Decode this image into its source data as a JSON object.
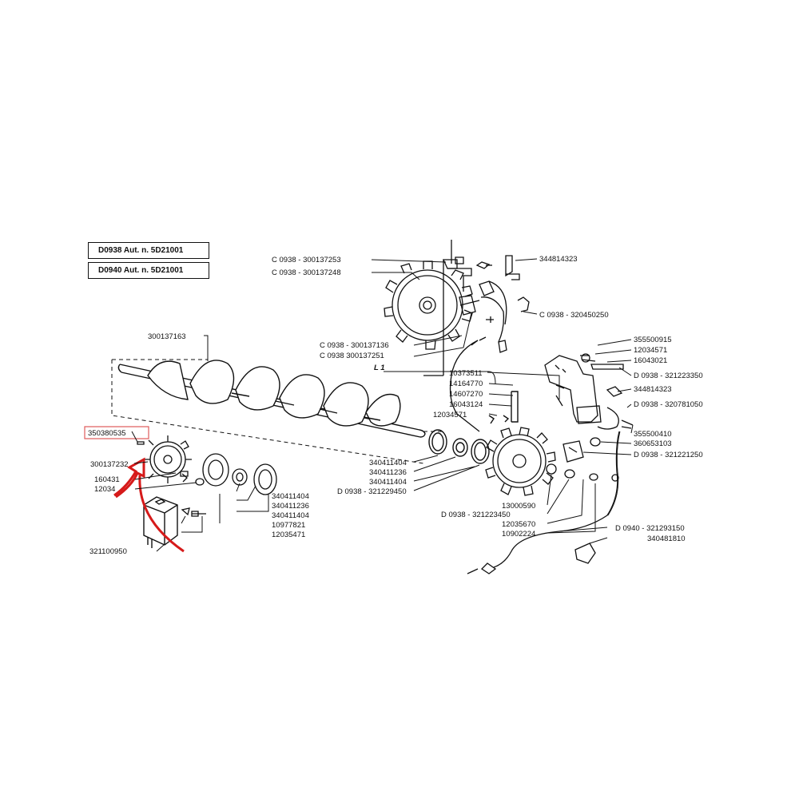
{
  "header": {
    "model_box_1": "D0938 Aut. n. 5D21001",
    "model_box_2": "D0940 Aut. n. 5D21001"
  },
  "labels": {
    "l1": "L 1",
    "p300137253": "C 0938 - 300137253",
    "p300137248": "C 0938 - 300137248",
    "p344814323a": "344814323",
    "p320450250": "C 0938 - 320450250",
    "p300137136": "C 0938 - 300137136",
    "p300137251": "C 0938    300137251",
    "p300137163": "300137163",
    "p355500915": "355500915",
    "p12034571a": "12034571",
    "p16043021": "16043021",
    "p321223350": "D 0938 - 321223350",
    "p344814323b": "344814323",
    "p320781050": "D 0938 - 320781050",
    "p10373511": "10373511",
    "p14164770": "14164770",
    "p14607270": "14607270",
    "p16043124": "16043124",
    "p12034571b": "12034571",
    "p355500410": "355500410",
    "p360653103": "360653103",
    "p321221250": "D 0938 - 321221250",
    "p350380535": "350380535",
    "p300137232": "300137232",
    "p160431x": "160431",
    "p120345x": "12034",
    "p340411404a": "340411404",
    "p340411236a": "340411236",
    "p340411404b": "340411404",
    "p10977821": "10977821",
    "p12035471": "12035471",
    "p340411404c": "340411404",
    "p340411236b": "340411236",
    "p340411404d": "340411404",
    "p321229450": "D 0938 - 321229450",
    "p13000590": "13000590",
    "p321223450": "D 0938 - 321223450",
    "p12035670": "12035670",
    "p10902224": "10902224",
    "p321293150": "D 0940 - 321293150",
    "p340481810": "340481810",
    "p321100950": "321100950"
  },
  "colors": {
    "ink": "#111111",
    "highlight_red": "#d61a1a",
    "highlight_box": "#e05a5a"
  },
  "highlight": {
    "part": "350380535",
    "icons": [
      "curved-arrow-icon",
      "curved-arrow-icon"
    ]
  }
}
